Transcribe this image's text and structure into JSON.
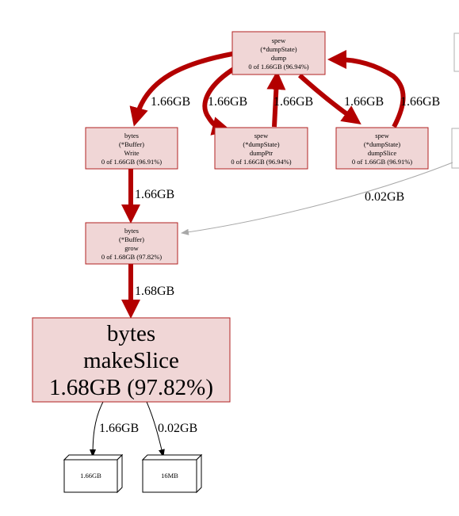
{
  "nodes": {
    "spew_dump": {
      "lines": [
        "spew",
        "(*dumpState)",
        "dump",
        "0 of 1.66GB (96.94%)"
      ]
    },
    "bytes_write": {
      "lines": [
        "bytes",
        "(*Buffer)",
        "Write",
        "0 of 1.66GB (96.91%)"
      ]
    },
    "spew_dumpptr": {
      "lines": [
        "spew",
        "(*dumpState)",
        "dumpPtr",
        "0 of 1.66GB (96.94%)"
      ]
    },
    "spew_dumpslice": {
      "lines": [
        "spew",
        "(*dumpState)",
        "dumpSlice",
        "0 of 1.66GB (96.91%)"
      ]
    },
    "bytes_grow": {
      "lines": [
        "bytes",
        "(*Buffer)",
        "grow",
        "0 of 1.68GB (97.82%)"
      ]
    },
    "bytes_makeslice": {
      "lines": [
        "bytes",
        "makeSlice",
        "1.68GB (97.82%)"
      ]
    },
    "leaf_left": {
      "label": "1.66GB"
    },
    "leaf_right": {
      "label": "16MB"
    }
  },
  "edges": {
    "dump_to_write": "1.66GB",
    "dump_to_dumpptr": "1.66GB",
    "dumpptr_to_dump": "1.66GB",
    "dump_to_dumpslice": "1.66GB",
    "dumpslice_to_dump": "1.66GB",
    "write_to_grow": "1.66GB",
    "offscreen_to_grow": "0.02GB",
    "grow_to_makeslice": "1.68GB",
    "makeslice_to_left": "1.66GB",
    "makeslice_to_right": "0.02GB"
  },
  "colors": {
    "hot_edge": "#b30000",
    "node_fill": "#f0d6d6",
    "node_stroke": "#b22222",
    "grey_edge": "#a8a8a8"
  }
}
